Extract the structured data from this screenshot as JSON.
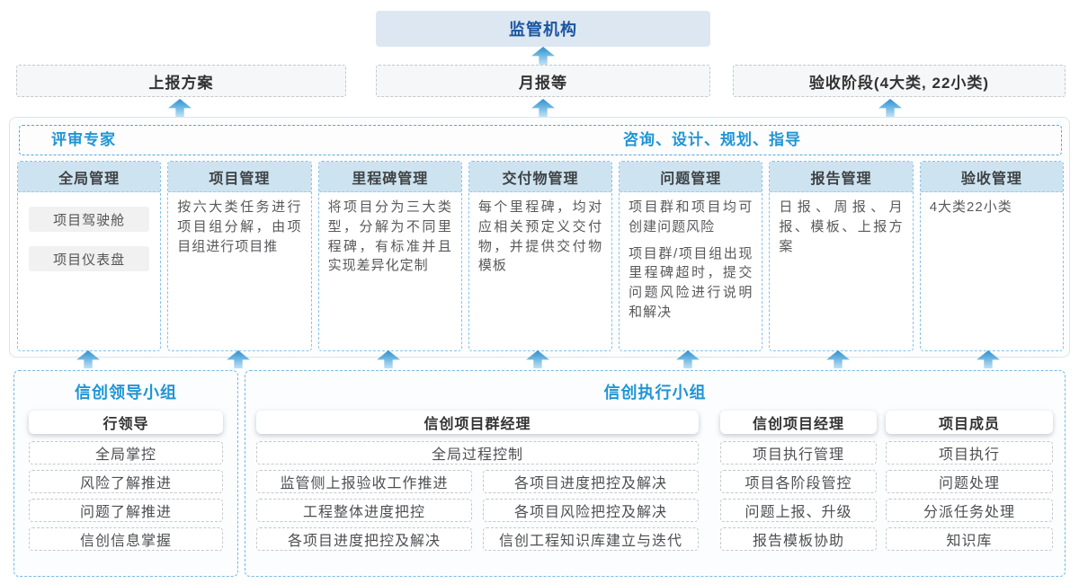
{
  "colors": {
    "accent_blue": "#2095d5",
    "dark_blue": "#1a55a0",
    "arrow_blue": "#2f8fcd",
    "column_header_bg": "#cde3f0",
    "regulator_bg": "#dde7f2"
  },
  "top": {
    "regulator": "监管机构"
  },
  "outputs": [
    {
      "label": "上报方案"
    },
    {
      "label": "月报等"
    },
    {
      "label": "验收阶段(4大类, 22小类)"
    }
  ],
  "platform": {
    "left_header": "评审专家",
    "right_header": "咨询、设计、规划、指导",
    "columns": [
      {
        "title": "全局管理",
        "items": [
          "项目驾驶舱",
          "项目仪表盘"
        ]
      },
      {
        "title": "项目管理",
        "paragraphs": [
          "按六大类任务进行项目组分解，由项目组进行项目推"
        ]
      },
      {
        "title": "里程碑管理",
        "paragraphs": [
          "将项目分为三大类型，分解为不同里程碑，有标准并且实现差异化定制"
        ]
      },
      {
        "title": "交付物管理",
        "paragraphs": [
          "每个里程碑，均对应相关预定义交付物，并提供交付物模板"
        ]
      },
      {
        "title": "问题管理",
        "paragraphs": [
          "项目群和项目均可创建问题风险",
          "项目群/项目组出现里程碑超时，提交问题风险进行说明和解决"
        ]
      },
      {
        "title": "报告管理",
        "paragraphs": [
          "日报、周报、月报、模板、上报方案"
        ]
      },
      {
        "title": "验收管理",
        "paragraphs": [
          "4大类22小类"
        ]
      }
    ]
  },
  "leader_group": {
    "title": "信创领导小组",
    "role": "行领导",
    "items": [
      "全局掌控",
      "风险了解推进",
      "问题了解推进",
      "信创信息掌握"
    ]
  },
  "exec_group": {
    "title": "信创执行小组",
    "pm_group": {
      "role": "信创项目群经理",
      "full_item": "全局过程控制",
      "left_items": [
        "监管侧上报验收工作推进",
        "工程整体进度把控",
        "各项目进度把控及解决"
      ],
      "right_items": [
        "各项目进度把控及解决",
        "各项目风险把控及解决",
        "信创工程知识库建立与迭代"
      ]
    },
    "pm": {
      "role": "信创项目经理",
      "items": [
        "项目执行管理",
        "项目各阶段管控",
        "问题上报、升级",
        "报告模板协助"
      ]
    },
    "member": {
      "role": "项目成员",
      "items": [
        "项目执行",
        "问题处理",
        "分派任务处理",
        "知识库"
      ]
    }
  }
}
